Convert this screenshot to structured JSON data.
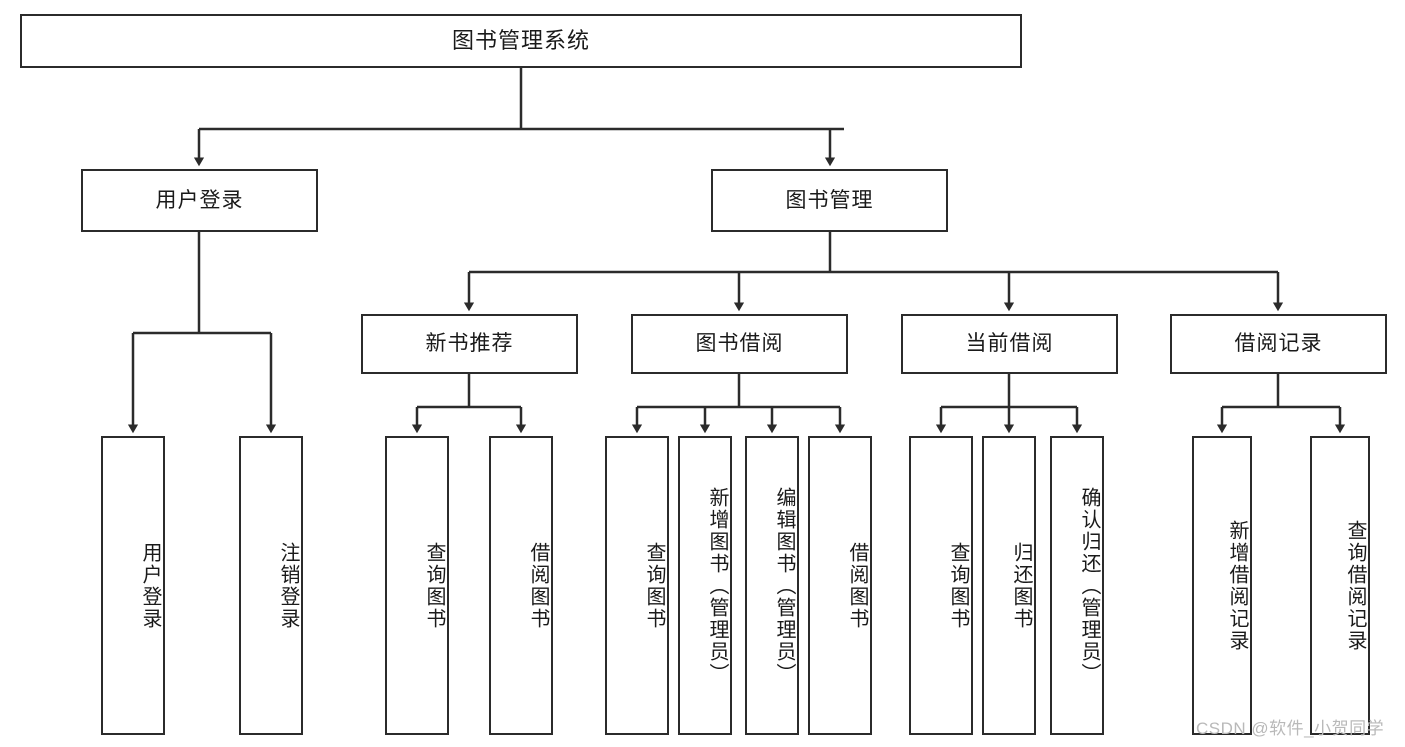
{
  "diagram": {
    "title": "图书管理系统",
    "type": "functional-structure-tree",
    "root": {
      "label": "图书管理系统"
    },
    "level2": [
      {
        "id": "user-login",
        "label": "用户登录"
      },
      {
        "id": "book-manage",
        "label": "图书管理"
      }
    ],
    "level3": [
      {
        "id": "new-book-rec",
        "label": "新书推荐",
        "parent": "book-manage"
      },
      {
        "id": "book-borrow",
        "label": "图书借阅",
        "parent": "book-manage"
      },
      {
        "id": "current-borrow",
        "label": "当前借阅",
        "parent": "book-manage"
      },
      {
        "id": "borrow-record",
        "label": "借阅记录",
        "parent": "book-manage"
      }
    ],
    "leaves": [
      {
        "id": "leaf-user-login",
        "label": "用户登录",
        "parent": "user-login"
      },
      {
        "id": "leaf-logout",
        "label": "注销登录",
        "parent": "user-login"
      },
      {
        "id": "leaf-rec-query",
        "label": "查询图书",
        "parent": "new-book-rec"
      },
      {
        "id": "leaf-rec-borrow",
        "label": "借阅图书",
        "parent": "new-book-rec"
      },
      {
        "id": "leaf-borrow-query",
        "label": "查询图书",
        "parent": "book-borrow"
      },
      {
        "id": "leaf-add-book",
        "label": "新增图书（管理员）",
        "parent": "book-borrow"
      },
      {
        "id": "leaf-edit-book",
        "label": "编辑图书（管理员）",
        "parent": "book-borrow"
      },
      {
        "id": "leaf-borrow-book",
        "label": "借阅图书",
        "parent": "book-borrow"
      },
      {
        "id": "leaf-cur-query",
        "label": "查询图书",
        "parent": "current-borrow"
      },
      {
        "id": "leaf-return-book",
        "label": "归还图书",
        "parent": "current-borrow"
      },
      {
        "id": "leaf-confirm-return",
        "label": "确认归还（管理员）",
        "parent": "current-borrow"
      },
      {
        "id": "leaf-add-record",
        "label": "新增借阅记录",
        "parent": "borrow-record"
      },
      {
        "id": "leaf-query-record",
        "label": "查询借阅记录",
        "parent": "borrow-record"
      }
    ]
  },
  "watermark": {
    "text": "CSDN @软件_小贺同学"
  },
  "colors": {
    "stroke": "#2b2b2b",
    "fill": "#ffffff",
    "text": "#1a1a1a",
    "watermark": "#b9b9b9"
  }
}
